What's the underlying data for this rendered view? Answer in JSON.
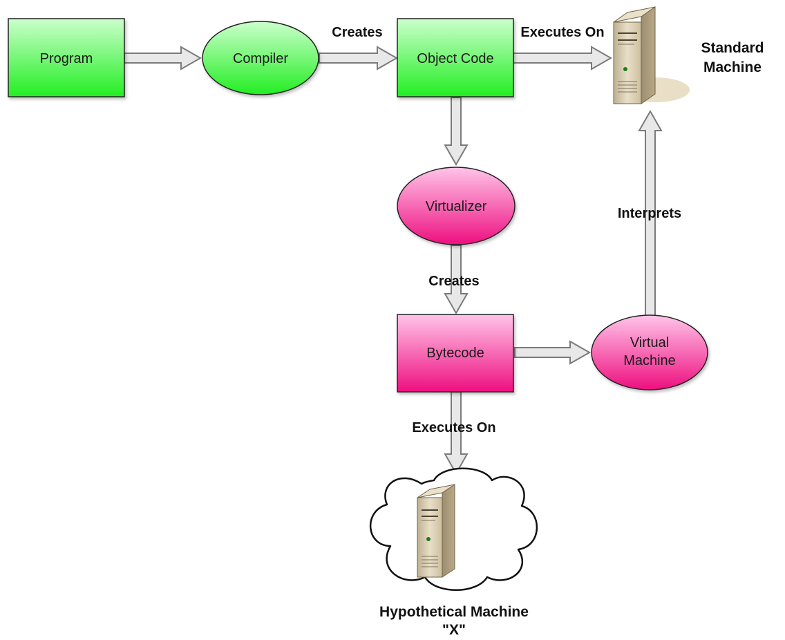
{
  "nodes": {
    "program": "Program",
    "compiler": "Compiler",
    "object_code": "Object Code",
    "virtualizer": "Virtualizer",
    "bytecode": "Bytecode",
    "virtual_machine": [
      "Virtual",
      "Machine"
    ]
  },
  "machines": {
    "standard": [
      "Standard",
      "Machine"
    ],
    "hypothetical": [
      "Hypothetical Machine",
      "\"X\""
    ]
  },
  "edges": {
    "compiler_creates": "Creates",
    "object_executes_on": "Executes On",
    "virtualizer_creates": "Creates",
    "vm_interprets": "Interprets",
    "bytecode_executes_on": "Executes On"
  },
  "colors": {
    "green_light": "#ccffcc",
    "green_dark": "#22ee22",
    "pink_light": "#ffc4e8",
    "pink_dark": "#ee0f80",
    "arrow_fill": "#e8e8e8",
    "arrow_stroke": "#7a7a7a",
    "server_body": "#d9cdb0"
  },
  "icons": {
    "standard_machine": "server-tower-icon",
    "hypothetical_machine": "server-in-cloud-icon"
  }
}
